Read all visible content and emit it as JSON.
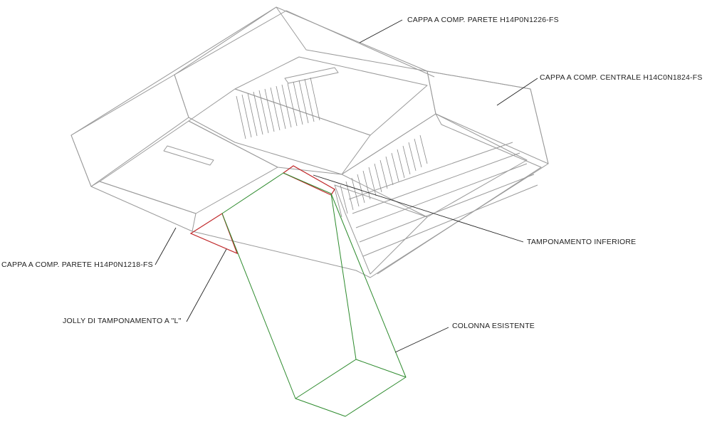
{
  "labels": {
    "hood_wall_top": "CAPPA A COMP. PARETE H14P0N1226-FS",
    "hood_central": "CAPPA A COMP. CENTRALE H14C0N1824-FS",
    "lower_panel": "TAMPONAMENTO INFERIORE",
    "hood_wall_left": "CAPPA A COMP. PARETE H14P0N1218-FS",
    "jolly_panel": "JOLLY DI TAMPONAMENTO A \"L\"",
    "existing_column": "COLONNA ESISTENTE"
  },
  "colors": {
    "hood_line": "#9a9a9a",
    "panel_red": "#c0282a",
    "column_green": "#2e8b2e",
    "leader": "#222222"
  }
}
